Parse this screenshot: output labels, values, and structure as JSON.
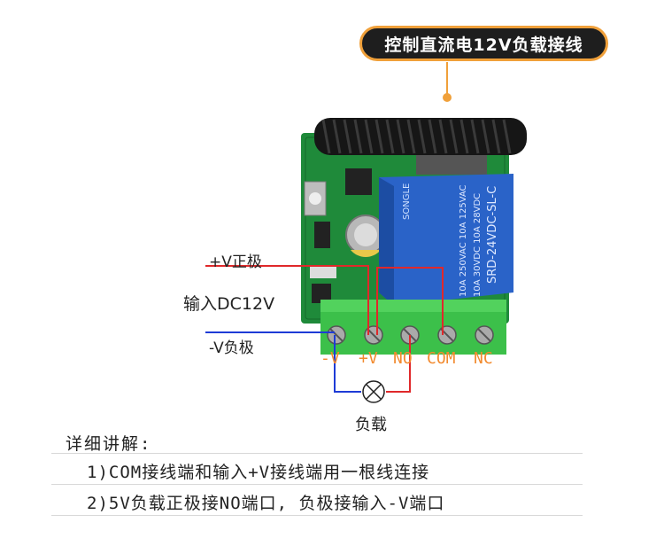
{
  "title_badge": "控制直流电12V负载接线",
  "labels": {
    "pos": "+V正极",
    "input": "输入DC12V",
    "neg": "-V负极",
    "load": "负载"
  },
  "terminals": [
    "-V",
    "+V",
    "NO",
    "COM",
    "NC"
  ],
  "relay": {
    "brand": "SONGLE",
    "model": "SRD-24VDC-SL-C",
    "rating1": "10A 250VAC  10A 125VAC",
    "rating2": "10A 30VDC  10A 28VDC"
  },
  "notes": {
    "heading": "详细讲解:",
    "items": [
      "1)COM接线端和输入+V接线端用一根线连接",
      "2)5V负载正极接NO端口, 负极接输入-V端口"
    ]
  },
  "colors": {
    "accent": "#f0a03a",
    "wire_red": "#e0282a",
    "wire_blue": "#1e3bd6",
    "pcb": "#1f8a3a",
    "relay": "#2a63c8",
    "terminal": "#3cc04a"
  }
}
